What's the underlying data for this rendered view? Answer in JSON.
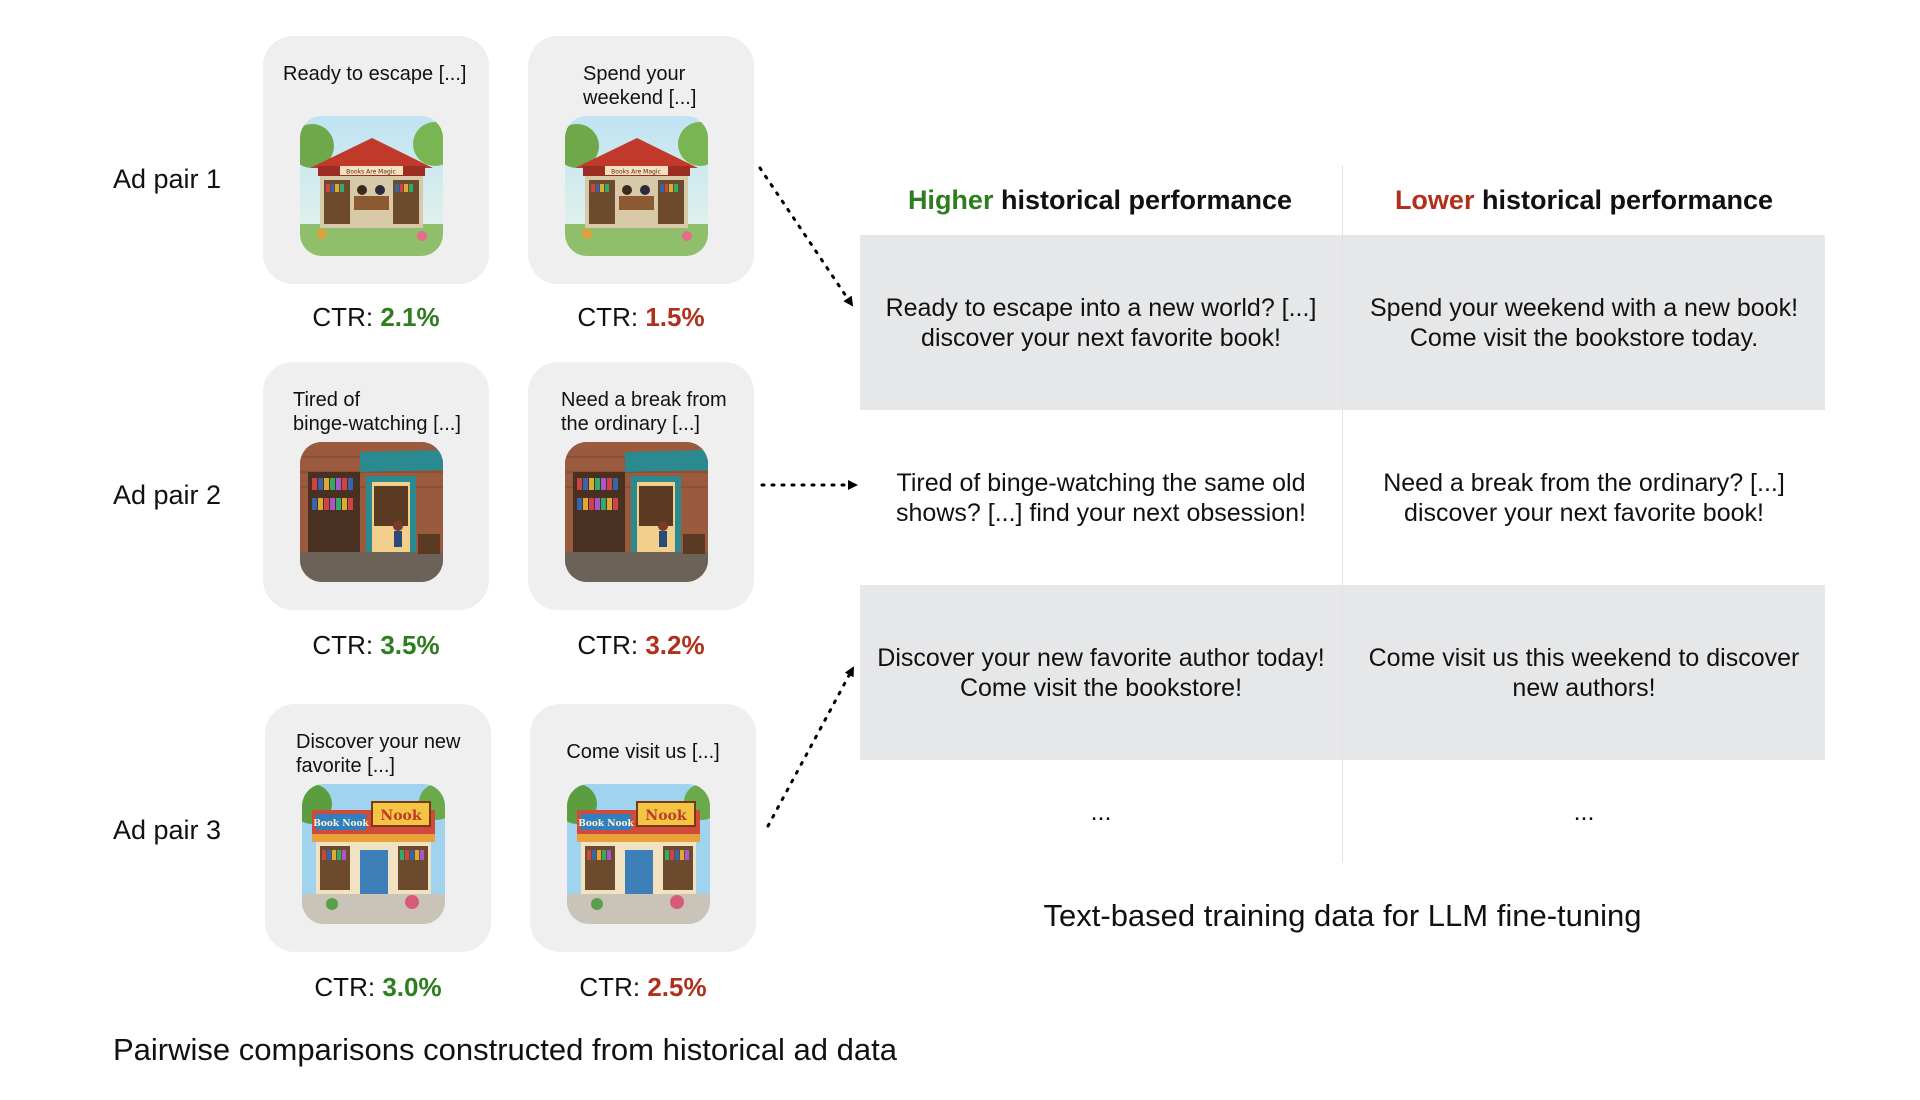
{
  "pairs": [
    {
      "label": "Ad pair 1",
      "left": {
        "caption": "Ready to escape [...]",
        "ctr_label": "CTR:",
        "ctr_value": "2.1%"
      },
      "right": {
        "caption": "Spend your\nweekend [...]",
        "ctr_label": "CTR:",
        "ctr_value": "1.5%"
      }
    },
    {
      "label": "Ad pair 2",
      "left": {
        "caption": "Tired of\nbinge-watching [...]",
        "ctr_label": "CTR:",
        "ctr_value": "3.5%"
      },
      "right": {
        "caption": "Need a break from\nthe ordinary [...]",
        "ctr_label": "CTR:",
        "ctr_value": "3.2%"
      }
    },
    {
      "label": "Ad pair 3",
      "left": {
        "caption": "Discover your new\nfavorite [...]",
        "ctr_label": "CTR:",
        "ctr_value": "3.0%"
      },
      "right": {
        "caption": "Come visit us [...]",
        "ctr_label": "CTR:",
        "ctr_value": "2.5%"
      }
    }
  ],
  "thumbnails": {
    "pair1_sign": "Books Are Magic",
    "pair3_sign_left": "Book Nook",
    "pair3_sign_right": "Nook"
  },
  "left_caption": "Pairwise comparisons constructed from historical ad data",
  "table": {
    "header_high_word": "Higher",
    "header_low_word": "Lower",
    "header_rest": " historical performance",
    "rows": [
      {
        "high": "Ready to escape into a new world? [...]\ndiscover your next favorite book!",
        "low": "Spend your weekend with a new book!\nCome visit the bookstore today."
      },
      {
        "high": "Tired of binge-watching the same old\nshows? [...] find your next obsession!",
        "low": "Need a break from the ordinary? [...]\ndiscover your next favorite book!"
      },
      {
        "high": "Discover your new favorite author today!\nCome visit the bookstore!",
        "low": "Come visit us this weekend to discover\nnew authors!"
      },
      {
        "high": "...",
        "low": "..."
      }
    ]
  },
  "right_caption": "Text-based training data for LLM fine-tuning",
  "colors": {
    "higher": "#2e7d1f",
    "lower": "#b0301c",
    "row_shade": "#e6e7e9",
    "card_bg": "#efefef"
  }
}
